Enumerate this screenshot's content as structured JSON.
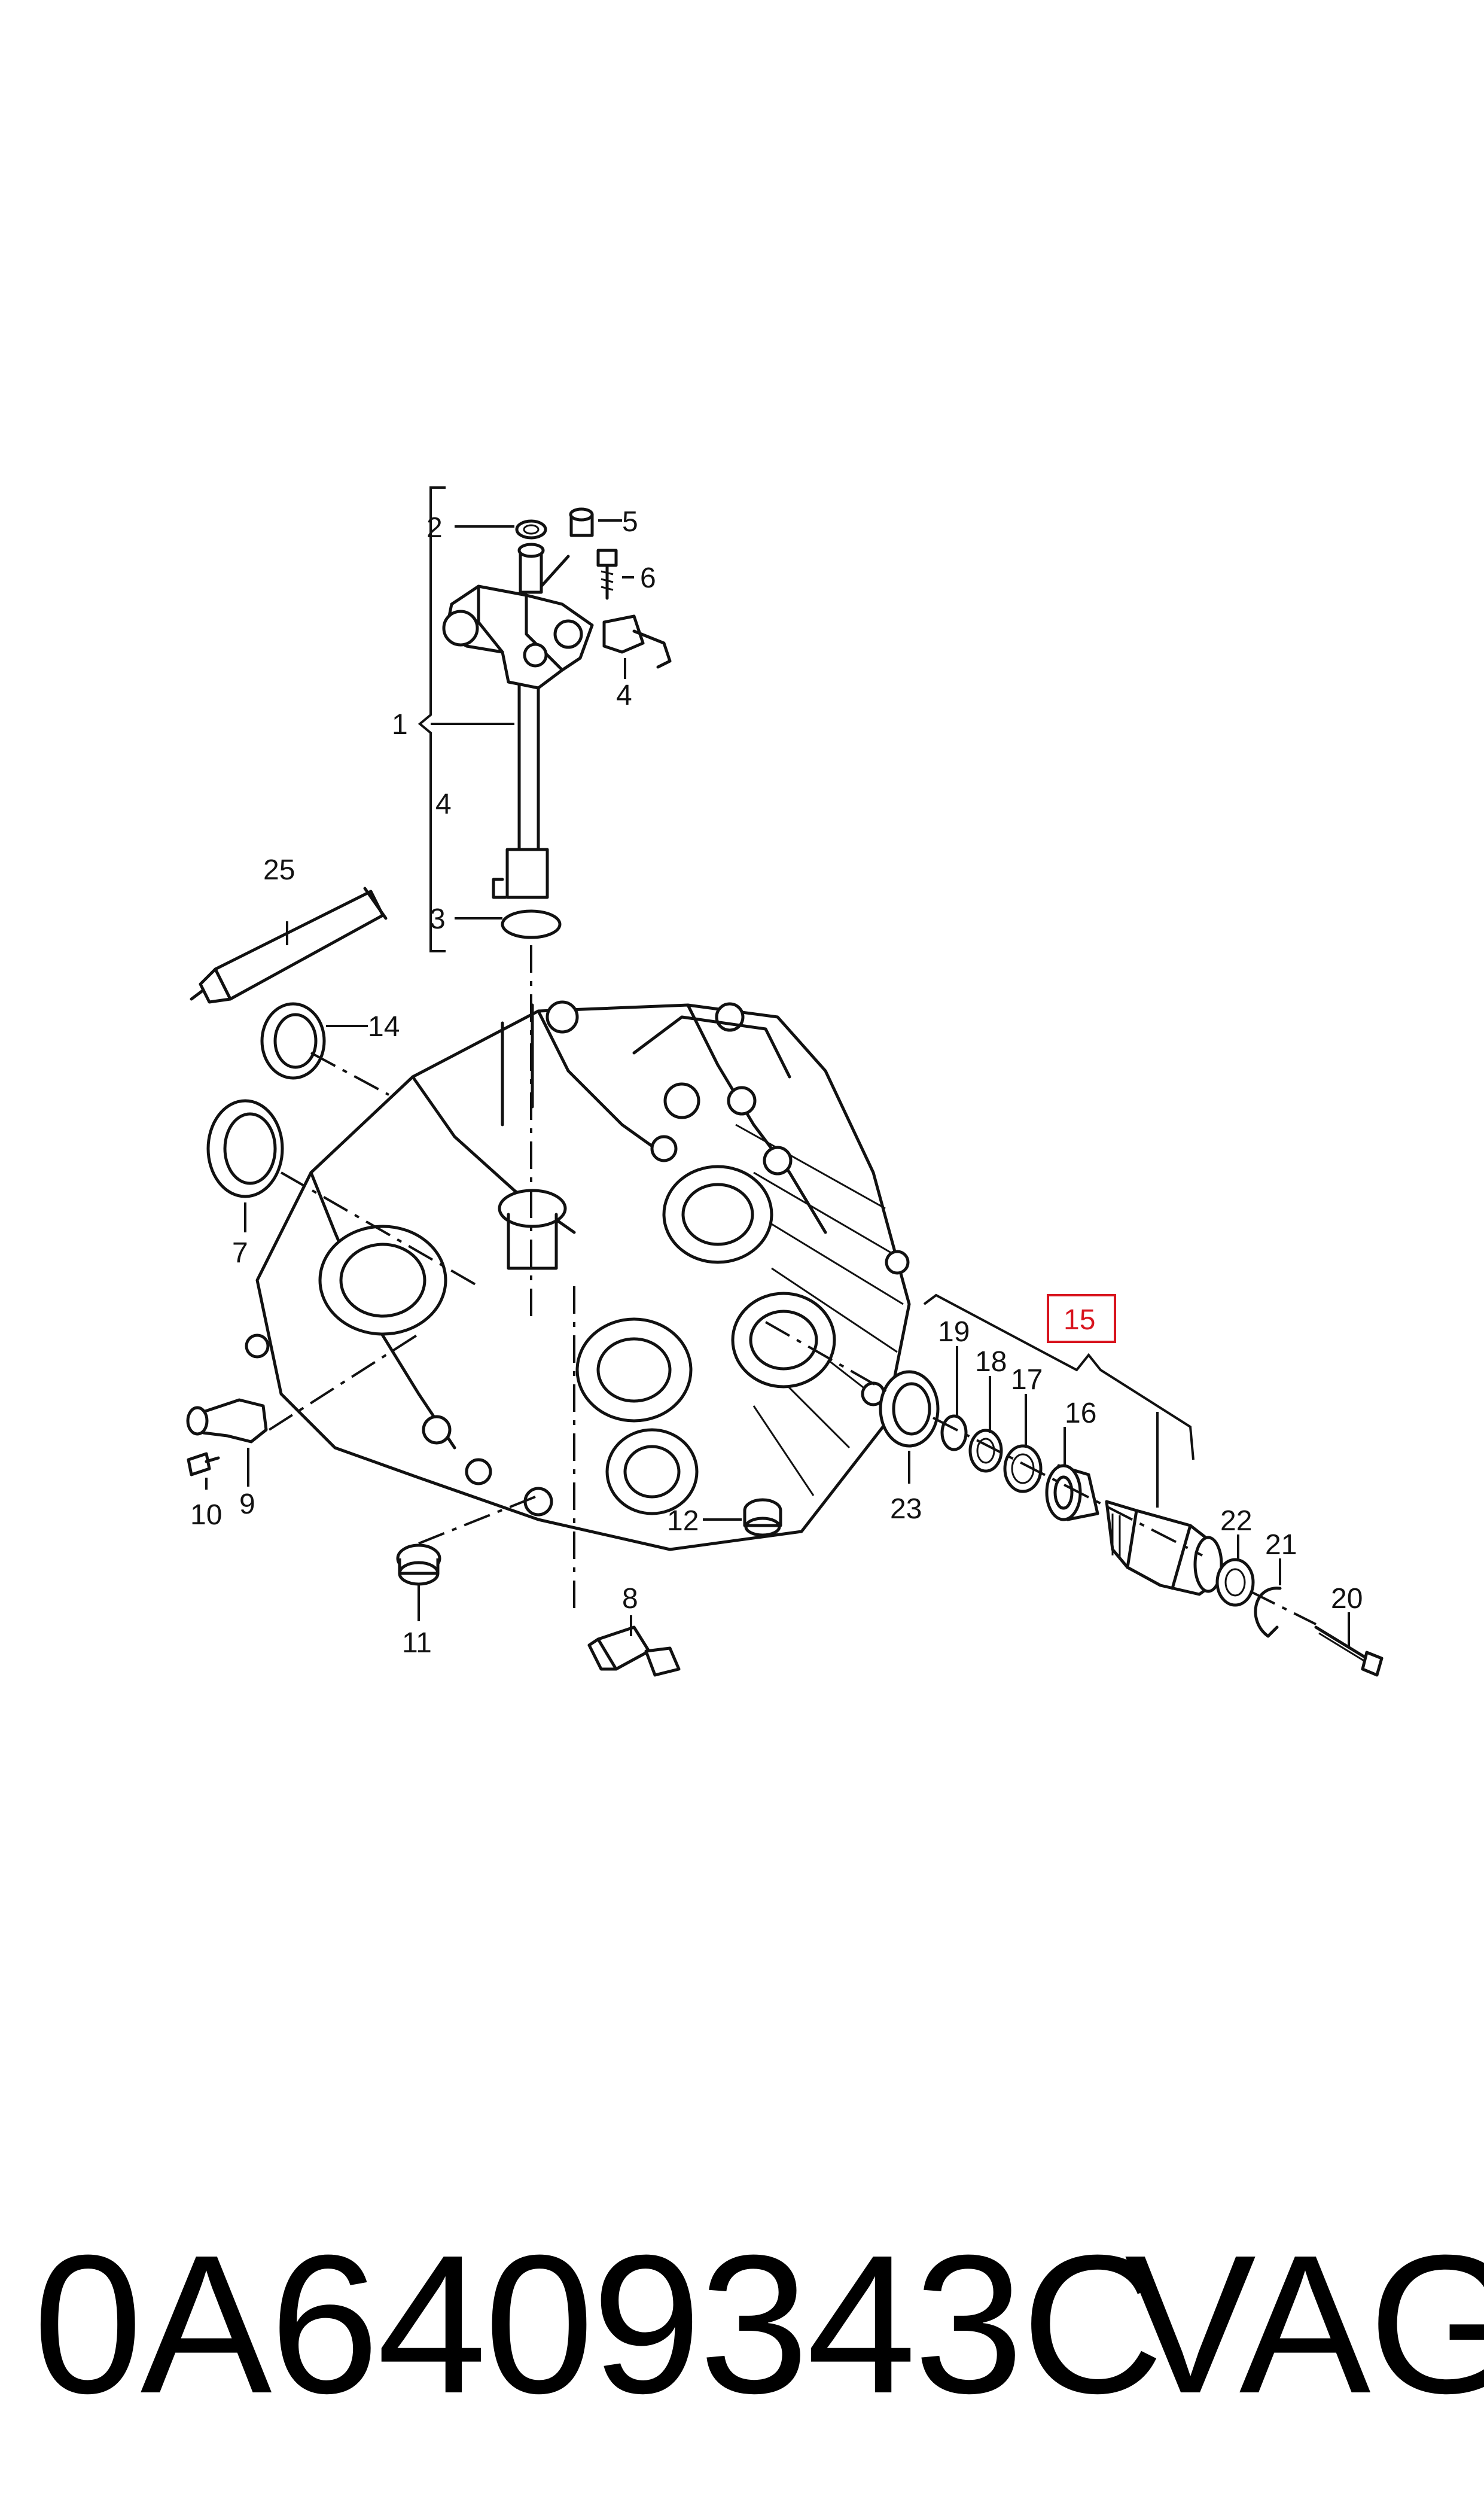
{
  "callouts": {
    "c1": "1",
    "c2": "2",
    "c3": "3",
    "c4a": "4",
    "c4b": "4",
    "c5": "5",
    "c6": "6",
    "c7": "7",
    "c8": "8",
    "c9": "9",
    "c10": "10",
    "c11": "11",
    "c12": "12",
    "c14": "14",
    "c15": "15",
    "c16": "16",
    "c17": "17",
    "c18": "18",
    "c19": "19",
    "c20": "20",
    "c21": "21",
    "c22": "22",
    "c23": "23",
    "c25": "25"
  },
  "highlight_color": "#d8141e",
  "footer": {
    "part_number": "0A6409343C",
    "brand": "VAG"
  }
}
